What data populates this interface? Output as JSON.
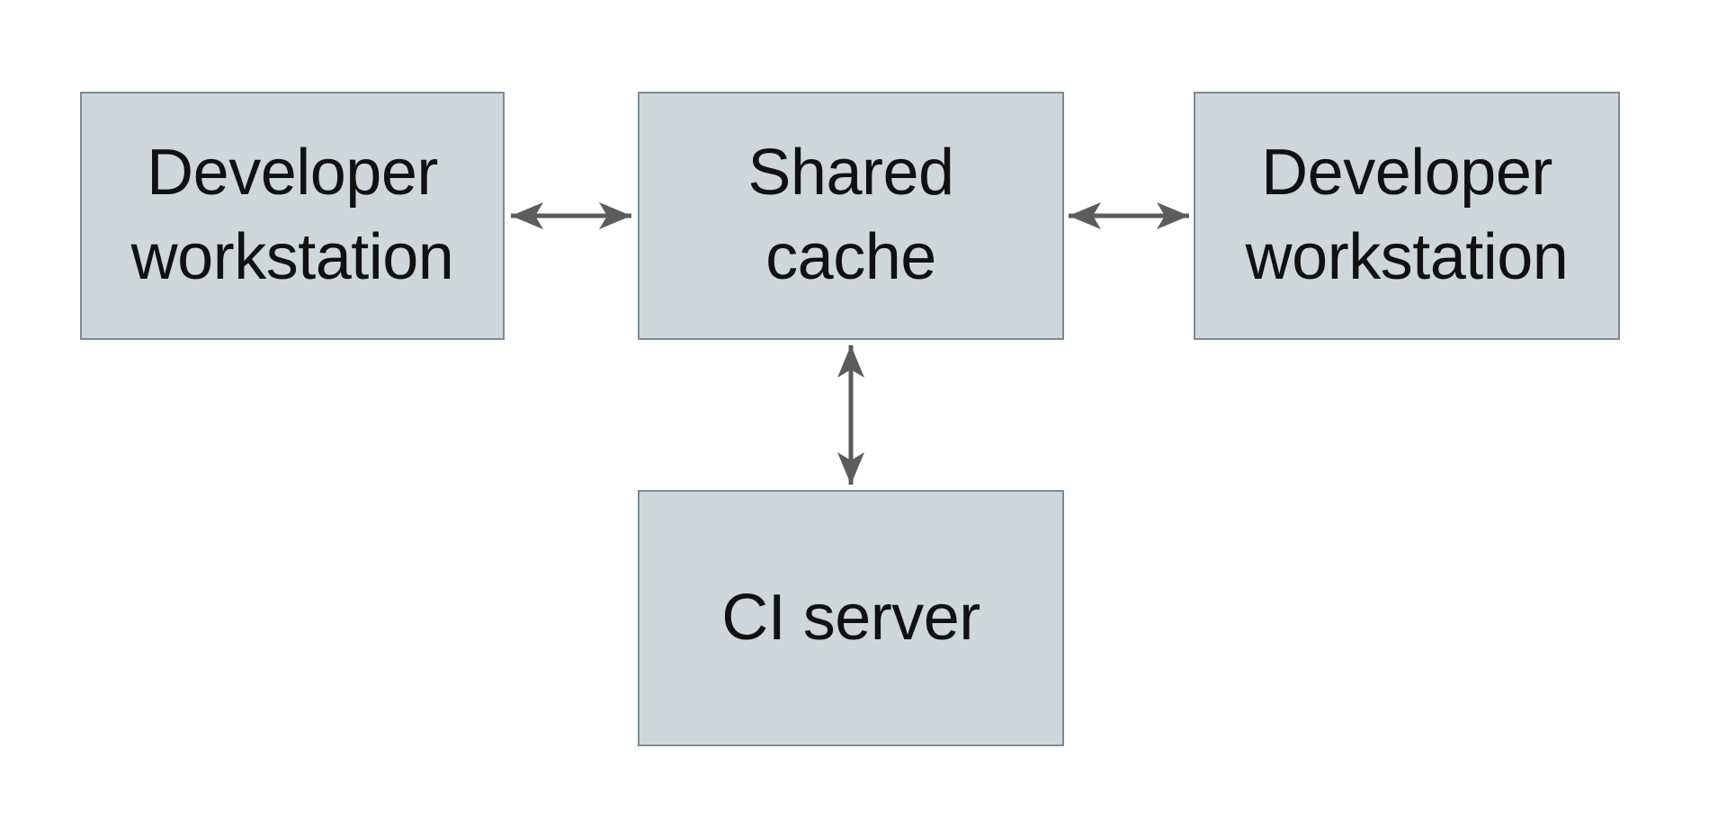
{
  "diagram": {
    "nodes": [
      {
        "id": "developer-workstation-left",
        "label": "Developer\nworkstation"
      },
      {
        "id": "shared-cache",
        "label": "Shared\ncache"
      },
      {
        "id": "developer-workstation-right",
        "label": "Developer\nworkstation"
      },
      {
        "id": "ci-server",
        "label": "CI server"
      }
    ],
    "edges": [
      {
        "from": "developer-workstation-left",
        "to": "shared-cache",
        "bidirectional": true,
        "orientation": "horizontal"
      },
      {
        "from": "shared-cache",
        "to": "developer-workstation-right",
        "bidirectional": true,
        "orientation": "horizontal"
      },
      {
        "from": "shared-cache",
        "to": "ci-server",
        "bidirectional": true,
        "orientation": "vertical"
      }
    ]
  },
  "colors": {
    "canvas_bg": "#ffffff",
    "box_fill": "#cfd7da",
    "box_border": "#7a8c96",
    "arrow": "#5c5c5c",
    "text": "#111111"
  }
}
